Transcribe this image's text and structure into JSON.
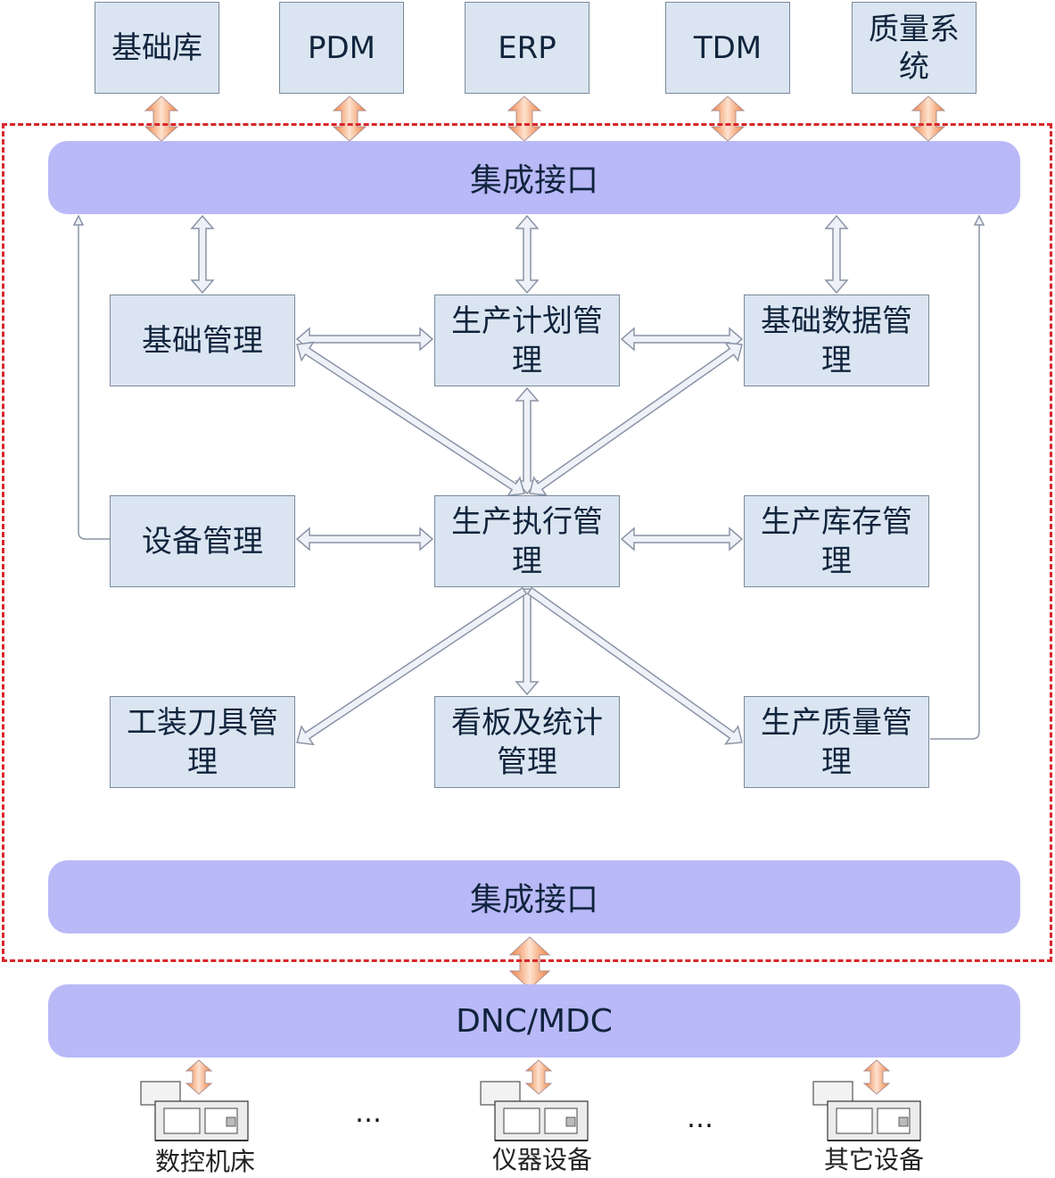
{
  "external_systems": [
    "基础库",
    "PDM",
    "ERP",
    "TDM",
    "质量系\n统"
  ],
  "integration_top": "集成接口",
  "integration_bottom": "集成接口",
  "modules": {
    "basic_mgmt": "基础管理",
    "plan_mgmt": "生产计划管\n理",
    "basic_data_mgmt": "基础数据管\n理",
    "equip_mgmt": "设备管理",
    "exec_mgmt": "生产执行管\n理",
    "inventory_mgmt": "生产库存管\n理",
    "tooling_mgmt": "工装刀具管\n理",
    "kanban_mgmt": "看板及统计\n管理",
    "quality_mgmt": "生产质量管\n理"
  },
  "dnc_bar": "DNC/MDC",
  "devices": [
    "数控机床",
    "仪器设备",
    "其它设备"
  ],
  "ellipsis": [
    "…",
    "…"
  ],
  "colors": {
    "box_fill": "#dbe5f1",
    "bar_fill": "#b9b9f7",
    "dash_border": "#d9262b",
    "orange_arrow": "#f4a46a"
  }
}
